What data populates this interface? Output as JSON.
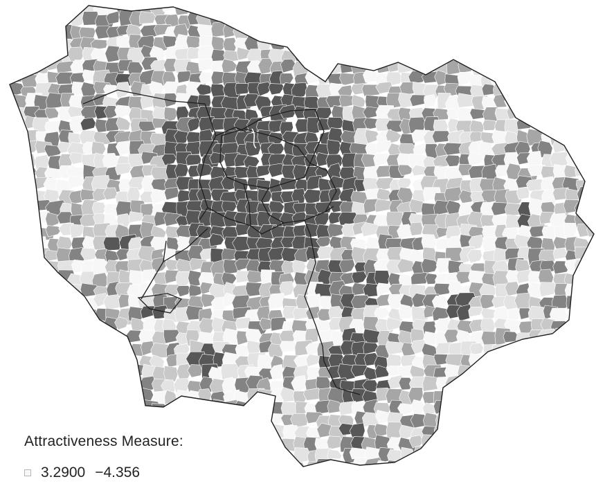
{
  "legend": {
    "title": "Attractiveness Measure:",
    "classes": [
      {
        "label_from": "3.2900",
        "label_to": "−4.356",
        "fill": "#f7f7f7"
      }
    ]
  },
  "palette": {
    "lightest": "#f7f7f7",
    "light": "#e3e3e3",
    "mid_light": "#c8c8c8",
    "mid": "#a6a6a6",
    "mid_dark": "#838383",
    "darkest": "#575757",
    "outline": "#2b2b2b"
  }
}
